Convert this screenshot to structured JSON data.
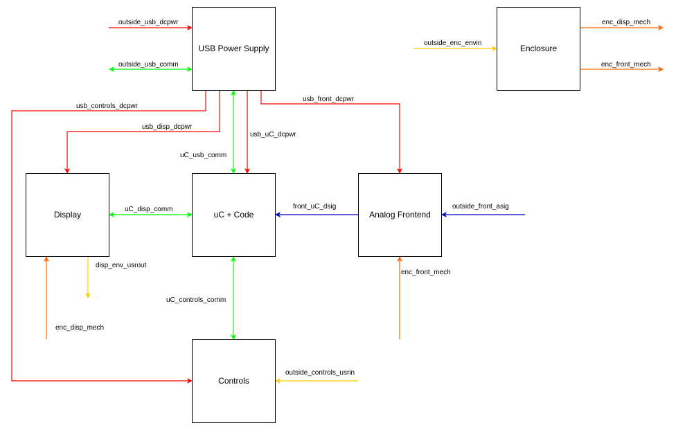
{
  "blocks": {
    "usb": "USB Power Supply",
    "enclosure": "Enclosure",
    "display": "Display",
    "uc": "uC + Code",
    "frontend": "Analog Frontend",
    "controls": "Controls"
  },
  "edges": {
    "outside_usb_dcpwr": "outside_usb_dcpwr",
    "outside_usb_comm": "outside_usb_comm",
    "outside_enc_envin": "outside_enc_envin",
    "enc_disp_mech_out": "enc_disp_mech",
    "enc_front_mech_out": "enc_front_mech",
    "usb_controls_dcpwr": "usb_controls_dcpwr",
    "usb_disp_dcpwr": "usb_disp_dcpwr",
    "usb_uC_dcpwr": "usb_uC_dcpwr",
    "usb_front_dcpwr": "usb_front_dcpwr",
    "uC_usb_comm": "uC_usb_comm",
    "uC_disp_comm": "uC_disp_comm",
    "front_uC_dsig": "front_uC_dsig",
    "outside_front_asig": "outside_front_asig",
    "disp_env_usrout": "disp_env_usrout",
    "enc_disp_mech_in": "enc_disp_mech",
    "uC_controls_comm": "uC_controls_comm",
    "enc_front_mech_in": "enc_front_mech",
    "outside_controls_usrin": "outside_controls_usrin"
  },
  "colors": {
    "power": "#ff0000",
    "comm": "#00ff00",
    "signal": "#0000cc",
    "mech": "#ff6600",
    "user": "#ffcc00"
  }
}
